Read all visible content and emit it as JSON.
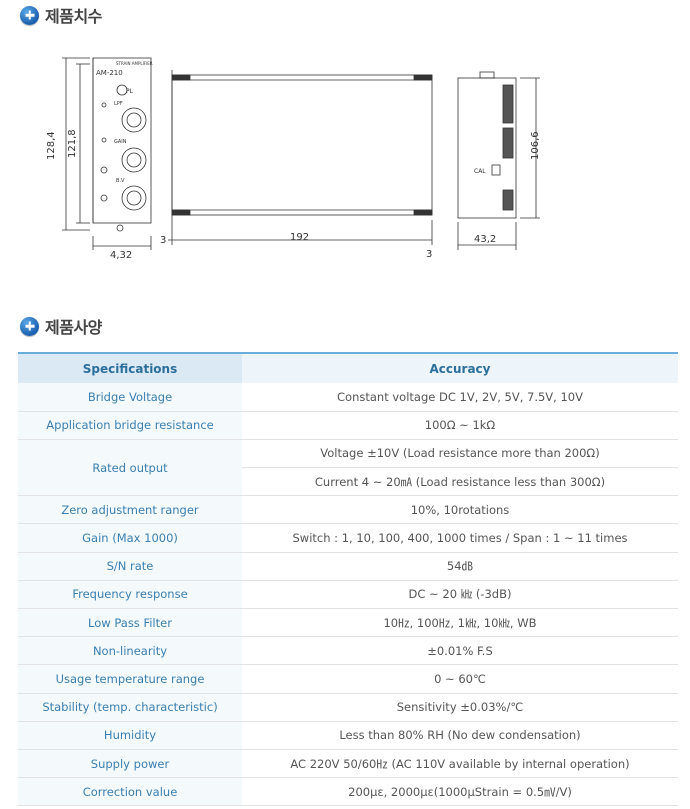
{
  "sections": {
    "dimensions_title": "제품치수",
    "specs_title": "제품사양"
  },
  "drawing": {
    "front_label": "AM-210",
    "front_header": "STRAIN AMPLIFIER",
    "pl": "PL",
    "lpf": "LPF",
    "gain": "GAIN",
    "bv": "B.V",
    "dim_height_outer": "128,4",
    "dim_height_inner": "121,8",
    "dim_front_width": "4,32",
    "dim_side_gap_left": "3",
    "dim_length": "192",
    "dim_side_gap_right": "3",
    "dim_rear_width": "43,2",
    "dim_rear_height": "106,6",
    "cal": "CAL"
  },
  "table": {
    "headers": [
      "Specifications",
      "Accuracy"
    ],
    "rows": [
      {
        "spec": "Bridge Voltage",
        "values": [
          "Constant voltage DC 1V, 2V, 5V, 7.5V, 10V"
        ]
      },
      {
        "spec": "Application bridge resistance",
        "values": [
          "100Ω ~ 1kΩ"
        ]
      },
      {
        "spec": "Rated output",
        "values": [
          "Voltage ±10V (Load resistance more than 200Ω)",
          "Current 4 ~ 20㎃ (Load resistance less than 300Ω)"
        ]
      },
      {
        "spec": "Zero adjustment ranger",
        "values": [
          "10%, 10rotations"
        ]
      },
      {
        "spec": "Gain (Max 1000)",
        "values": [
          "Switch : 1, 10, 100, 400, 1000 times / Span : 1 ~ 11 times"
        ]
      },
      {
        "spec": "S/N rate",
        "values": [
          "54㏈"
        ]
      },
      {
        "spec": "Frequency response",
        "values": [
          "DC ~ 20 ㎑ (-3dB)"
        ]
      },
      {
        "spec": "Low Pass Filter",
        "values": [
          "10㎐, 100㎐, 1㎑, 10㎑, WB"
        ]
      },
      {
        "spec": "Non-linearity",
        "values": [
          "±0.01% F.S"
        ]
      },
      {
        "spec": "Usage temperature range",
        "values": [
          "0 ~ 60℃"
        ]
      },
      {
        "spec": "Stability (temp. characteristic)",
        "values": [
          "Sensitivity ±0.03%/℃"
        ]
      },
      {
        "spec": "Humidity",
        "values": [
          "Less than 80% RH (No dew condensation)"
        ]
      },
      {
        "spec": "Supply power",
        "values": [
          "AC 220V 50/60㎐ (AC 110V available by internal operation)"
        ]
      },
      {
        "spec": "Correction value",
        "values": [
          "200με, 2000με(1000μStrain = 0.5㎷/V)"
        ]
      }
    ]
  }
}
